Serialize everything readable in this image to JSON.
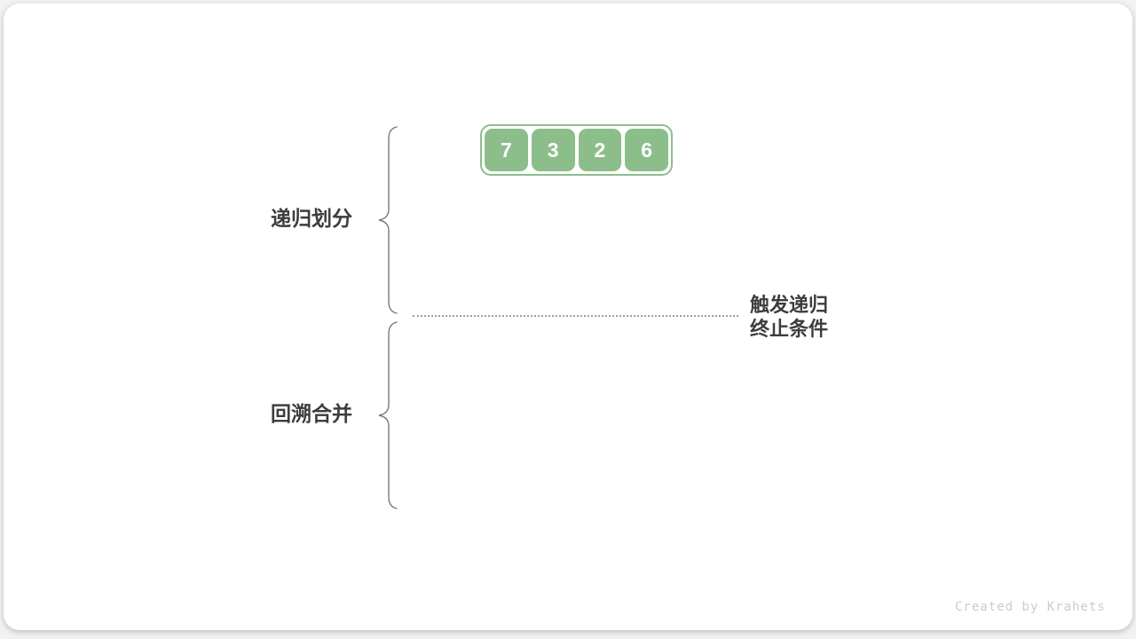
{
  "array": {
    "values": [
      "7",
      "3",
      "2",
      "6"
    ]
  },
  "labels": {
    "divide_phase": "递归划分",
    "merge_phase": "回溯合并"
  },
  "annotation": {
    "line1": "触发递归",
    "line2": "终止条件"
  },
  "watermark": "Created by Krahets",
  "colors": {
    "box_green": "#8cbe8c",
    "box_text": "#ffffff",
    "label_text": "#3d3d3d",
    "brace_stroke": "#7a7a7a",
    "dotted_line": "#9d9d9d",
    "watermark_text": "#cbcbcb",
    "card_bg": "#ffffff",
    "page_bg": "#f2f2f2"
  }
}
